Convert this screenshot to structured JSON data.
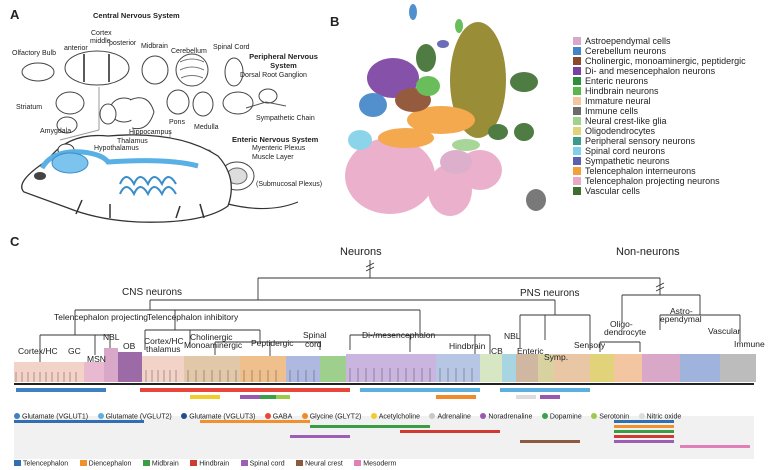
{
  "panels": {
    "a": "A",
    "b": "B",
    "c": "C"
  },
  "panel_a": {
    "cns_title": "Central Nervous System",
    "pns_title": "Peripheral Nervous System",
    "ens_title": "Enteric Nervous System",
    "labels": {
      "cortex": "Cortex",
      "anterior": "anterior",
      "middle": "middle",
      "posterior": "posterior",
      "olfactory_bulb": "Olfactory Bulb",
      "midbrain": "Midbrain",
      "cerebellum": "Cerebellum",
      "spinal_cord": "Spinal Cord",
      "striatum": "Striatum",
      "amygdala": "Amygdala",
      "thalamus": "Thalamus",
      "hypothalamus": "Hypothalamus",
      "hippocampus": "Hippocampus",
      "pons": "Pons",
      "medulla": "Medulla",
      "drg": "Dorsal Root Ganglion",
      "sympathetic_chain": "Sympathetic Chain",
      "myenteric": "Myenteric Plexus",
      "muscle_layer": "Muscle Layer",
      "submucosal": "(Submucosal Plexus)"
    }
  },
  "panel_b": {
    "legend": [
      {
        "label": "Astroependymal cells",
        "color": "#d9a7c7"
      },
      {
        "label": "Cerebellum neurons",
        "color": "#3f85c8"
      },
      {
        "label": "Cholinergic, monoaminergic, peptidergic",
        "color": "#8a4a2a"
      },
      {
        "label": "Di- and mesencephalon neurons",
        "color": "#7a3fa0"
      },
      {
        "label": "Enteric neurons",
        "color": "#2d8f3c"
      },
      {
        "label": "Hindbrain neurons",
        "color": "#59b84a"
      },
      {
        "label": "Immature neural",
        "color": "#f3c6a1"
      },
      {
        "label": "Immune cells",
        "color": "#6b6b6b"
      },
      {
        "label": "Neural crest-like glia",
        "color": "#9fd28d"
      },
      {
        "label": "Oligodendrocytes",
        "color": "#e0d37a"
      },
      {
        "label": "Peripheral sensory neurons",
        "color": "#3a9a8c"
      },
      {
        "label": "Spinal cord neurons",
        "color": "#7fd0e8"
      },
      {
        "label": "Sympathetic neurons",
        "color": "#5b5fb0"
      },
      {
        "label": "Telencephalon interneurons",
        "color": "#f3a03c"
      },
      {
        "label": "Telencephalon projecting neurons",
        "color": "#e9a8c6"
      },
      {
        "label": "Vascular cells",
        "color": "#3c6e2f"
      }
    ]
  },
  "panel_c": {
    "neurons": "Neurons",
    "non_neurons": "Non-neurons",
    "cns_neurons": "CNS neurons",
    "pns_neurons": "PNS neurons",
    "tel_projecting": "Telencephalon projecting",
    "tel_inhibitory": "Telencephalon inhibitory",
    "nbl1": "NBL",
    "nbl2": "NBL",
    "ob": "OB",
    "gc": "GC",
    "msn": "MSN",
    "cortex_hc1": "Cortex/HC",
    "cortex_hc2": "Cortex/HC",
    "thalamus": "thalamus",
    "cholinergic": "Cholinergic",
    "monoaminergic": "Monoaminergic",
    "peptidergic": "Peptidergic",
    "spinal": "Spinal",
    "cord": "cord",
    "di_mes": "Di-/mesencephalon",
    "hindbrain": "Hindbrain",
    "cb": "CB",
    "enteric": "Enteric",
    "symp": "Symp.",
    "sensory": "Sensory",
    "oligo": "Oligo-",
    "dendrocyte": "dendrocyte",
    "astro": "Astro-",
    "ependymal": "ependymal",
    "vascular": "Vascular",
    "immune": "Immune",
    "neurotransmitters": [
      {
        "label": "Glutamate (VGLUT1)",
        "color": "#3f7fc2"
      },
      {
        "label": "Glutamate (VGLUT2)",
        "color": "#5bb0e0"
      },
      {
        "label": "Glutamate (VGLUT3)",
        "color": "#1f4f8f"
      },
      {
        "label": "GABA",
        "color": "#e8463a"
      },
      {
        "label": "Glycine (GLYT2)",
        "color": "#f08a2a"
      },
      {
        "label": "Acetylcholine",
        "color": "#f2cc2a"
      },
      {
        "label": "Adrenaline",
        "color": "#c8c8c8"
      },
      {
        "label": "Noradrenaline",
        "color": "#9a59b0"
      },
      {
        "label": "Dopamine",
        "color": "#3aa04a"
      },
      {
        "label": "Serotonin",
        "color": "#9acb4a"
      },
      {
        "label": "Nitric oxide",
        "color": "#dcdcdc"
      }
    ],
    "regions": [
      {
        "label": "Telencephalon",
        "color": "#2f6fb2"
      },
      {
        "label": "Diencephalon",
        "color": "#f0912e"
      },
      {
        "label": "Midbrain",
        "color": "#3a9d43"
      },
      {
        "label": "Hindbrain",
        "color": "#cf3a33"
      },
      {
        "label": "Spinal cord",
        "color": "#9c5fb5"
      },
      {
        "label": "Neural crest",
        "color": "#8c5a3e"
      },
      {
        "label": "Mesoderm",
        "color": "#e07fb8"
      }
    ]
  }
}
